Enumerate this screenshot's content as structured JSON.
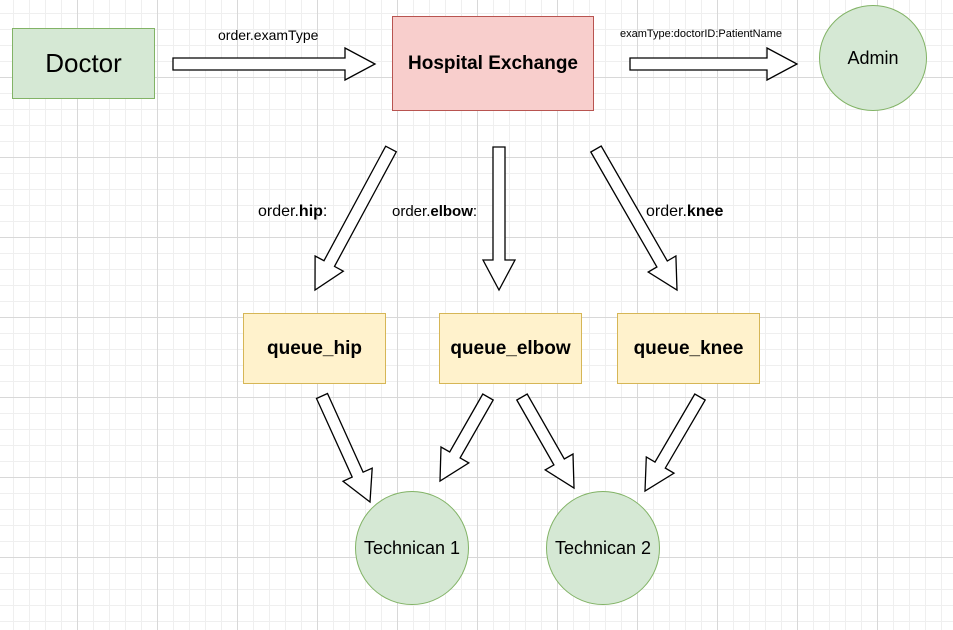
{
  "nodes": {
    "doctor": "Doctor",
    "exchange": "Hospital Exchange",
    "admin": "Admin",
    "queue_hip": "queue_hip",
    "queue_elbow": "queue_elbow",
    "queue_knee": "queue_knee",
    "technician1": "Technican 1",
    "technician2": "Technican 2"
  },
  "edges": {
    "doctor_to_exchange": "order.examType",
    "exchange_to_admin": "examType:doctorID:PatientName",
    "hip": {
      "prefix": "order.",
      "key": "hip",
      "suffix": ":"
    },
    "elbow": {
      "prefix": "order.",
      "key": "elbow",
      "suffix": ":"
    },
    "knee": {
      "prefix": "order.",
      "key": "knee",
      "suffix": ""
    }
  },
  "colors": {
    "green_fill": "#d5e8d4",
    "green_stroke": "#82b366",
    "red_fill": "#f8cecc",
    "red_stroke": "#b85450",
    "yellow_fill": "#fff2cc",
    "yellow_stroke": "#d6b656"
  }
}
